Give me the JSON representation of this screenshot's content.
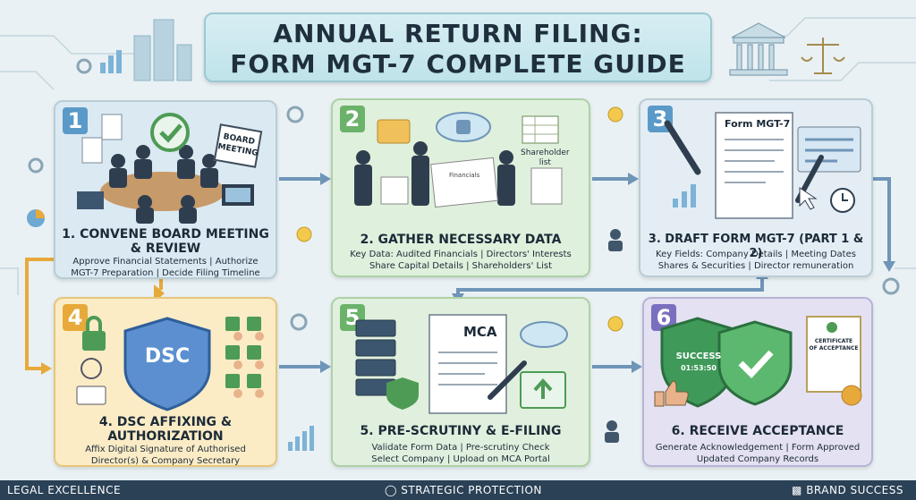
{
  "title": {
    "line1": "ANNUAL RETURN FILING:",
    "line2": "FORM MGT-7 COMPLETE GUIDE"
  },
  "steps": [
    {
      "number": "1",
      "heading_l1": "1. CONVENE BOARD MEETING",
      "heading_l2": "& REVIEW",
      "desc_l1": "Approve Financial Statements | Authorize",
      "desc_l2": "MGT-7 Preparation | Decide Filing Timeline",
      "sign_l1": "BOARD",
      "sign_l2": "MEETING"
    },
    {
      "number": "2",
      "heading_l1": "2. GATHER NECESSARY DATA",
      "desc_l1": "Key Data: Audited Financials | Directors' Interests",
      "desc_l2": "Share Capital Details | Shareholders' List",
      "tag_l1": "Shareholder",
      "tag_l2": "list",
      "doc_label": "Financials"
    },
    {
      "number": "3",
      "heading_l1": "3. DRAFT FORM MGT-7 (PART 1 & 2)",
      "desc_l1": "Key Fields: Company Details | Meeting Dates",
      "desc_l2": "Shares & Securities | Director remuneration",
      "form_label": "Form MGT-7"
    },
    {
      "number": "4",
      "heading_l1": "4. DSC AFFIXING &",
      "heading_l2": "AUTHORIZATION",
      "desc_l1": "Affix Digital Signature of Authorised",
      "desc_l2": "Director(s) & Company Secretary",
      "shield_label": "DSC"
    },
    {
      "number": "5",
      "heading_l1": "5. PRE-SCRUTINY & E-FILING",
      "desc_l1": "Validate Form Data | Pre-scrutiny Check",
      "desc_l2": "Select Company | Upload on MCA Portal",
      "doc_label": "MCA"
    },
    {
      "number": "6",
      "heading_l1": "6. RECEIVE ACCEPTANCE",
      "desc_l1": "Generate Acknowledgement | Form Approved",
      "desc_l2": "Updated Company Records",
      "badge_l1": "SUCCESS",
      "badge_l2": "01:53:50",
      "cert_l1": "CERTIFICATE",
      "cert_l2": "OF ACCEPTANCE"
    }
  ],
  "footer": {
    "left": "LEGAL EXCELLENCE",
    "center": "STRATEGIC PROTECTION",
    "right": "BRAND SUCCESS"
  },
  "colors": {
    "arrow": "#6f95b8",
    "arrow_orange": "#e7a93a",
    "footer_bg": "#2a4156"
  }
}
